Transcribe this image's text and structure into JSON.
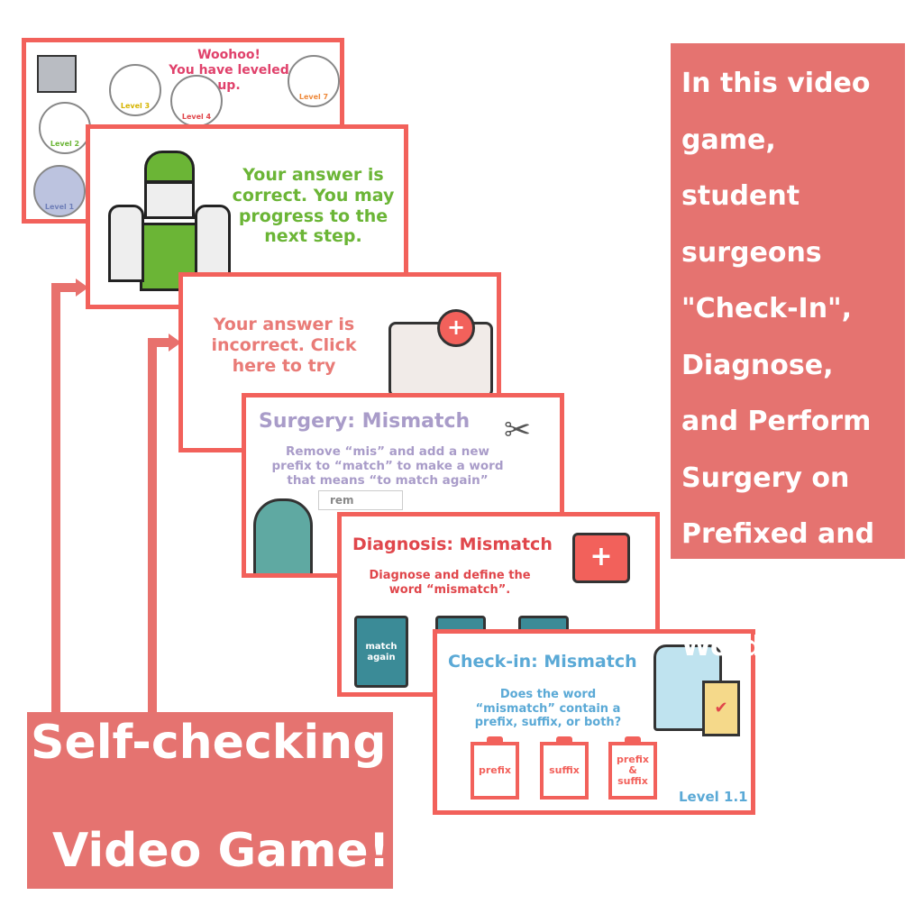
{
  "level_up_card": {
    "title_line1": "Woohoo!",
    "title_line2": "You have leveled up.",
    "levels": [
      "Level 1",
      "Level 2",
      "Level 3",
      "Level 4",
      "Level 7"
    ]
  },
  "correct_card": {
    "message": "Your answer is correct. You may progress to the next step."
  },
  "incorrect_card": {
    "message": "Your answer is incorrect. Click here to try"
  },
  "surgery_card": {
    "title": "Surgery: Mismatch",
    "instruction": "Remove “mis” and add a new prefix to “match” to make a word that means “to match again”",
    "partial": "rem"
  },
  "diagnosis_card": {
    "title": "Diagnosis: Mismatch",
    "instruction": "Diagnose and define the word “mismatch”.",
    "clipboard_label": "match again"
  },
  "checkin_card": {
    "title": "Check-in: Mismatch",
    "question": "Does the word “mismatch” contain a prefix, suffix, or both?",
    "options": [
      "prefix",
      "suffix",
      "prefix & suffix"
    ],
    "level": "Level 1.1"
  },
  "side_panel": {
    "text": "In this video game, student surgeons \"Check-In\", Diagnose, and Perform Surgery on Prefixed and Suffixed Words."
  },
  "banner": {
    "line1": "Self-checking",
    "line2": "Video Game!"
  },
  "colors": {
    "accent": "#e8716d",
    "border": "#f2615b",
    "green": "#6bb536",
    "blue": "#5aa9d6",
    "purple": "#a99cc9"
  }
}
